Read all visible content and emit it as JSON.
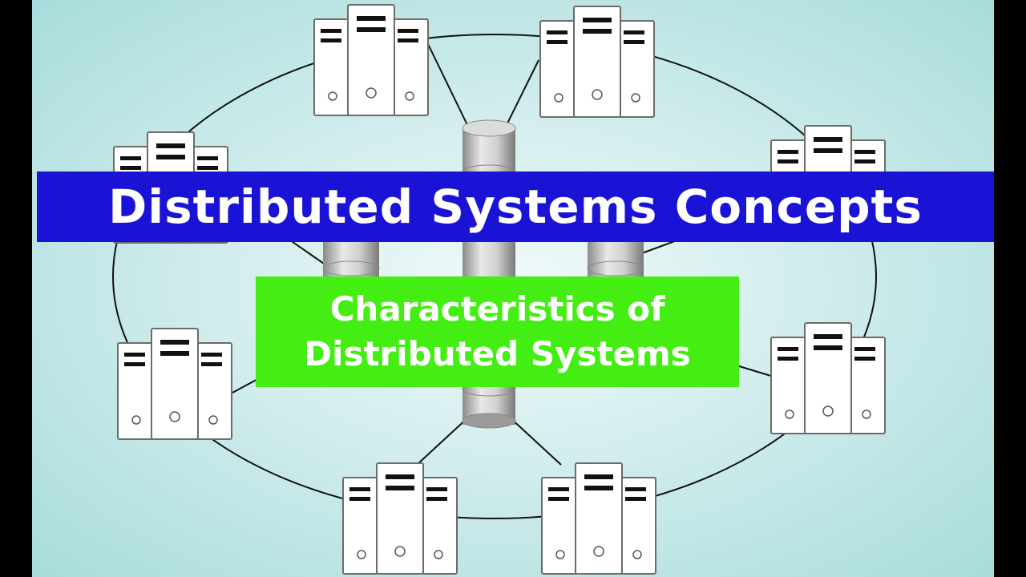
{
  "title": "Distributed Systems Concepts",
  "subtitle": {
    "line1": "Characteristics of",
    "line2": "Distributed Systems"
  },
  "colors": {
    "background_center": "#f2fafa",
    "background_edge": "#a9dcdc",
    "title_banner": "#1a13d6",
    "subtitle_box": "#44ee12",
    "text": "#ffffff",
    "server_fill": "#ffffff",
    "server_outline": "#6b6b6b",
    "cylinder": "#bfbfbf"
  },
  "icons": {
    "server": "server-rack-icon",
    "database": "database-cylinder-icon"
  }
}
